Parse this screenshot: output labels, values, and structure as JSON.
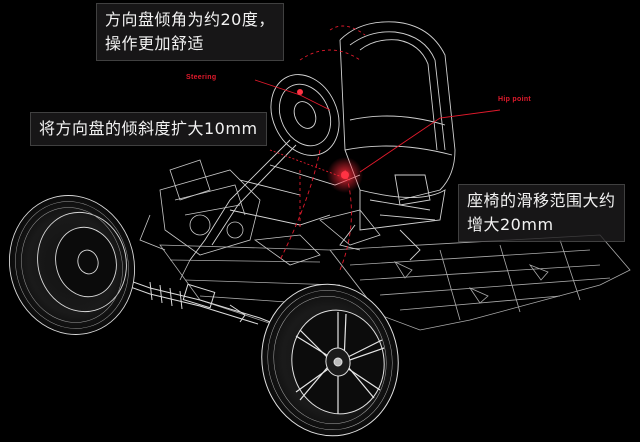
{
  "callouts": {
    "steering_angle": {
      "line1": "方向盘倾角为约20度，",
      "line2": "操作更加舒适"
    },
    "steering_tilt": "将方向盘的倾斜度扩大10mm",
    "seat_slide": {
      "line1": "座椅的滑移范围大约",
      "line2": "增大20mm"
    }
  },
  "tags": {
    "steering": "Steering",
    "hip_point": "Hip point"
  },
  "colors": {
    "background": "#000000",
    "wireframe": "#cfcfcf",
    "accent_red": "#e21a2c",
    "callout_bg": "rgba(30,28,30,0.78)"
  }
}
